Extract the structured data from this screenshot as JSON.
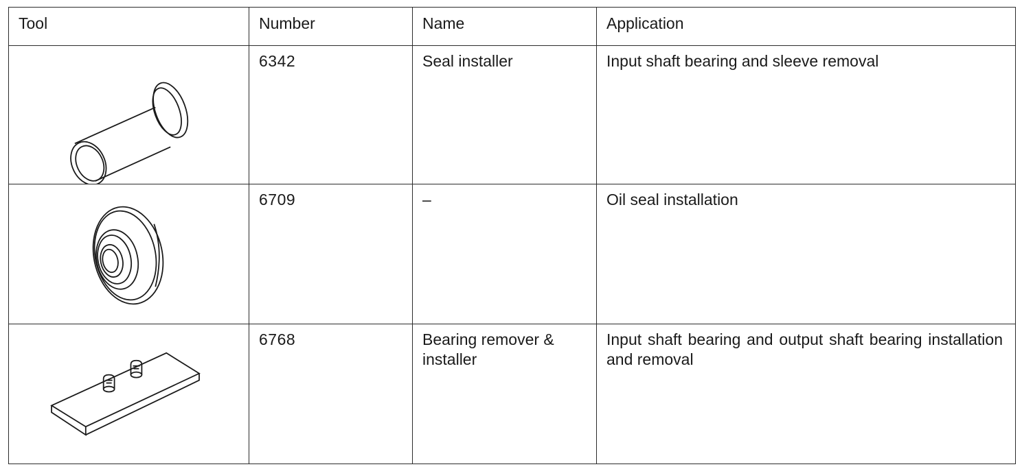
{
  "table": {
    "headers": {
      "tool": "Tool",
      "number": "Number",
      "name": "Name",
      "application": "Application"
    },
    "rows": [
      {
        "tool_icon": "seal-installer-drawing",
        "number": "6342",
        "name": "Seal installer",
        "application": "Input shaft bearing and sleeve removal"
      },
      {
        "tool_icon": "oil-seal-installer-drawing",
        "number": "6709",
        "name": "–",
        "application": "Oil seal installation"
      },
      {
        "tool_icon": "bearing-remover-plate-drawing",
        "number": "6768",
        "name": "Bearing remover & installer",
        "application": "Input shaft bearing and output shaft bearing installation and removal"
      }
    ]
  }
}
